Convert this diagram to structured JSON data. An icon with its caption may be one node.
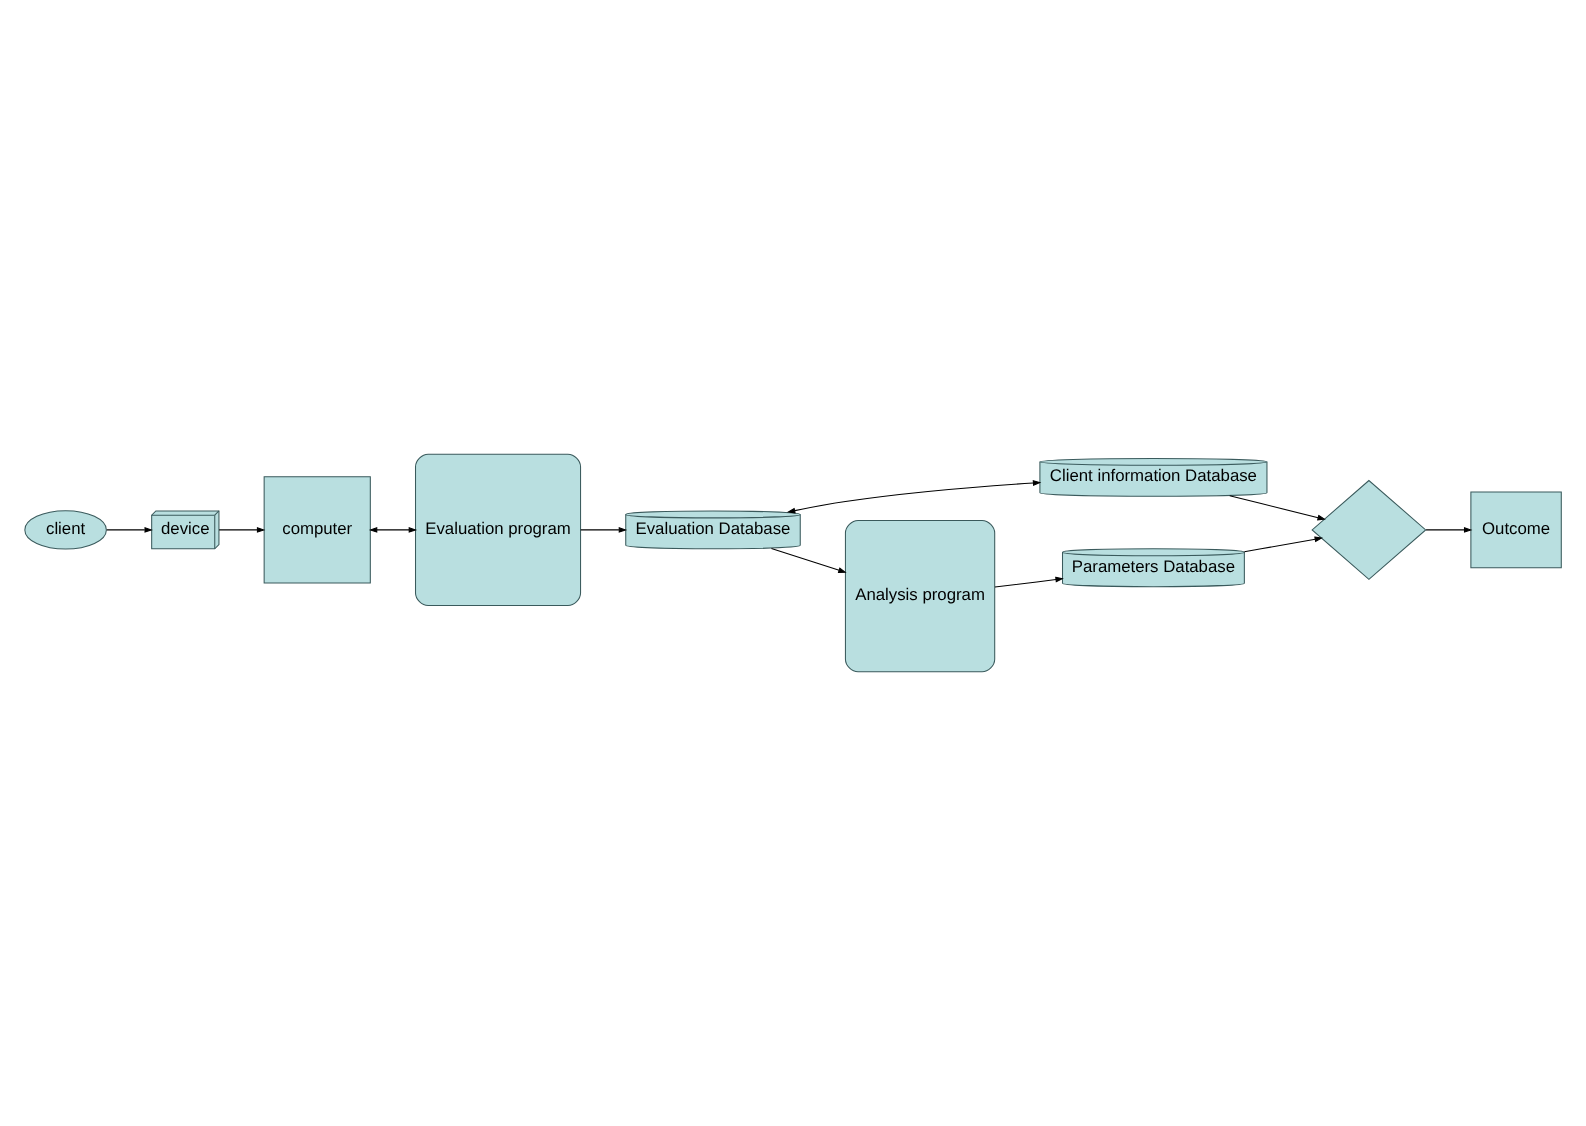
{
  "diagram": {
    "nodes": [
      {
        "text": [
          "client"
        ]
      },
      {
        "text": [
          "device"
        ]
      },
      {
        "text": [
          "computer"
        ]
      },
      {
        "text": [
          "Evaluation program"
        ]
      },
      {
        "text": [
          "Evaluation Database"
        ]
      },
      {
        "text": [
          "Client information Database"
        ]
      },
      {
        "text": [
          "Analysis program"
        ]
      },
      {
        "text": [
          "Parameters Database"
        ]
      },
      {
        "text": [],
        "shape": "diamond"
      },
      {
        "text": [
          "Outcome"
        ]
      }
    ],
    "edges": [
      {
        "from": 0,
        "to": 1,
        "arrow": "to"
      },
      {
        "from": 1,
        "to": 2,
        "arrow": "to"
      },
      {
        "from": 2,
        "to": 3,
        "arrow": "both"
      },
      {
        "from": 3,
        "to": 4,
        "arrow": "to"
      },
      {
        "from": 4,
        "to": 5,
        "arrow": "both"
      },
      {
        "from": 4,
        "to": 6,
        "arrow": "to"
      },
      {
        "from": 6,
        "to": 7,
        "arrow": "to"
      },
      {
        "from": 7,
        "to": 8,
        "arrow": "to"
      },
      {
        "from": 5,
        "to": 8,
        "arrow": "to"
      },
      {
        "from": 8,
        "to": 9,
        "arrow": "to"
      }
    ]
  }
}
